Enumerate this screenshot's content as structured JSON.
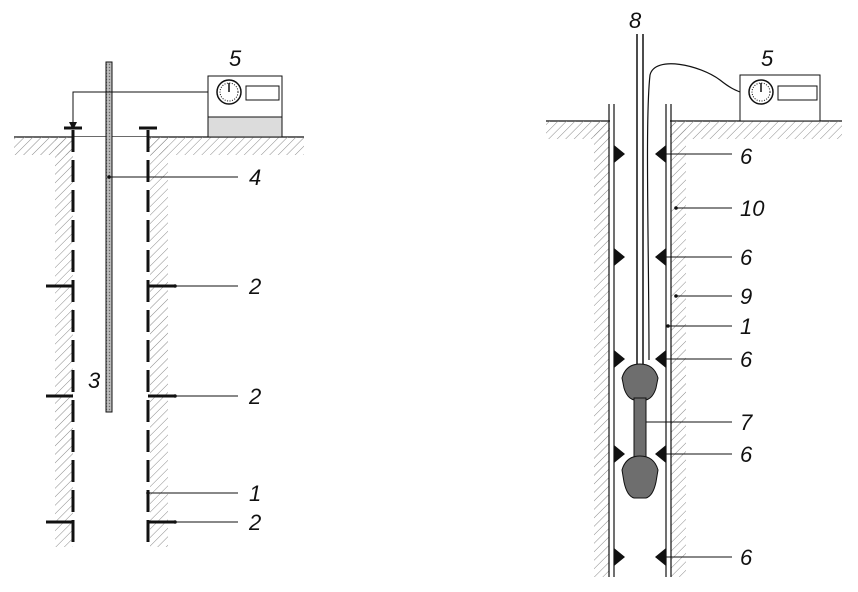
{
  "colors": {
    "ink": "#111111",
    "gauge_panel": "#dcdcdc",
    "probe_fill": "#6e6e6e"
  },
  "left": {
    "labels": {
      "instrument": "5",
      "rod": "4",
      "rod_bottom": "3",
      "ring_upper": "2",
      "ring_middle": "2",
      "casing": "1",
      "ring_lower": "2"
    }
  },
  "right": {
    "labels": {
      "cable": "8",
      "instrument": "5",
      "sensor_1": "6",
      "fill": "10",
      "sensor_2": "6",
      "grout": "9",
      "casing": "1",
      "sensor_3": "6",
      "probe": "7",
      "sensor_4": "6",
      "sensor_5": "6"
    }
  },
  "icons": [
    "dial-gauge-icon",
    "dial-gauge-icon"
  ]
}
